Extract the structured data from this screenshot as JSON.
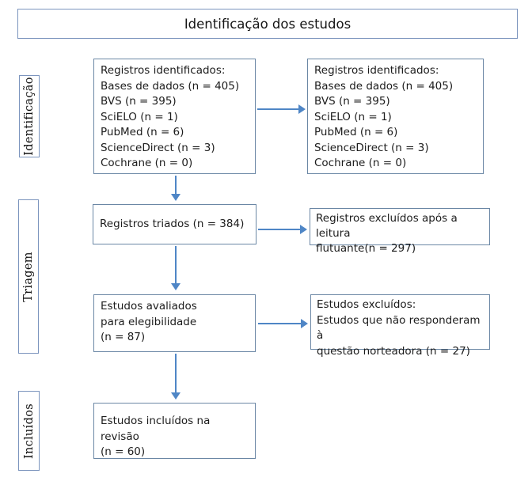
{
  "title": "Identificação dos estudos",
  "sidebar": {
    "stages": [
      {
        "label": "Identificação"
      },
      {
        "label": "Triagem"
      },
      {
        "label": "Incluídos"
      }
    ]
  },
  "boxes": {
    "identified_left": {
      "lines": [
        "Registros identificados:",
        "Bases de dados (n = 405)",
        "BVS (n = 395)",
        "SciELO (n = 1)",
        "PubMed (n = 6)",
        "ScienceDirect (n = 3)",
        "Cochrane (n = 0)"
      ]
    },
    "identified_right": {
      "lines": [
        "Registros identificados:",
        "Bases de dados (n = 405)",
        "BVS (n = 395)",
        "SciELO (n = 1)",
        "PubMed (n = 6)",
        "ScienceDirect (n = 3)",
        "Cochrane (n = 0)"
      ]
    },
    "screened": {
      "lines": [
        "Registros triados (n = 384)"
      ]
    },
    "excluded_after_screening": {
      "lines": [
        "Registros excluídos após a leitura",
        "flutuante(n = 297)"
      ]
    },
    "assessed_eligibility": {
      "lines": [
        "Estudos avaliados",
        "para elegibilidade",
        "(n = 87)"
      ]
    },
    "excluded_eligibility": {
      "lines": [
        "Estudos excluídos:",
        "Estudos que não responderam à",
        "questão norteadora (n = 27)"
      ]
    },
    "included_review": {
      "lines": [
        "Estudos incluídos na revisão",
        "(n = 60)"
      ]
    }
  },
  "colors": {
    "box_border": "#6b87a5",
    "title_border": "#7b94bd",
    "arrow": "#4f86c6",
    "text": "#1c1c1c"
  }
}
